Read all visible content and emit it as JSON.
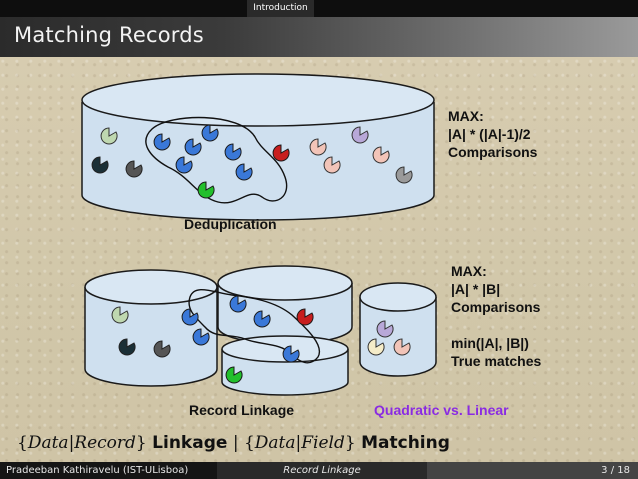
{
  "header": {
    "section_tab": "Introduction",
    "slide_title": "Matching Records"
  },
  "diagram": {
    "dedup_label": "Deduplication",
    "linkage_label": "Record Linkage",
    "max_dedup": {
      "line1": "MAX:",
      "line2": "|A| * (|A|-1)/2",
      "line3": "Comparisons"
    },
    "max_linkage": {
      "line1": "MAX:",
      "line2": "|A| * |B|",
      "line3": "Comparisons",
      "line4": "min(|A|, |B|)",
      "line5": "True matches"
    },
    "quadratic_label": "Quadratic vs. Linear",
    "colors": {
      "cylinder_fill": "#cfe0ef",
      "cylinder_stroke": "#1a1a1a",
      "accent_purple": "#8a2be2",
      "blue": "#3a78d8",
      "dark": "#1a2f36",
      "gray": "#555",
      "green": "#22c02c",
      "red": "#c81e1e",
      "sage": "#bfd8b0",
      "pink": "#f2c4b8",
      "lavender": "#b8a8d8",
      "cream": "#f5ecc8"
    }
  },
  "caption": {
    "brace_open": "{",
    "data": "Data",
    "bar": "|",
    "record": "Record",
    "brace_close": "}",
    "linkage": "Linkage",
    "sep": "|",
    "field": "Field",
    "matching": "Matching"
  },
  "footer": {
    "author": "Pradeeban Kathiravelu  (IST-ULisboa)",
    "talk": "Record Linkage",
    "page": "3 / 18"
  }
}
